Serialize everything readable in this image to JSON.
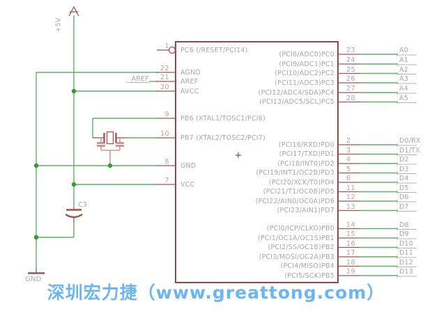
{
  "labels": {
    "supply": "+5V",
    "ground": "GND",
    "cap_ref": "C3",
    "aref_net": "AREF"
  },
  "ic": {
    "left_pins": [
      {
        "number": "1",
        "name": "PC6 (/RESET/PCI14)"
      },
      {
        "number": "22",
        "name": "AGND"
      },
      {
        "number": "21",
        "name": "AREF"
      },
      {
        "number": "20",
        "name": "AVCC"
      },
      {
        "number": "9",
        "name": "PB6 (XTAL1/TOSC1/PCI6)"
      },
      {
        "number": "10",
        "name": "PB7 (XTAL2/TOSC2/PCI7)"
      },
      {
        "number": "8",
        "name": "GND"
      },
      {
        "number": "7",
        "name": "VCC"
      }
    ],
    "right_pins": [
      {
        "number": "23",
        "name": "(PCI8/ADC0)PC0",
        "net": "A0"
      },
      {
        "number": "24",
        "name": "(PCI9/ADC1)PC1",
        "net": "A1"
      },
      {
        "number": "25",
        "name": "(PCI10/ADC2)PC2",
        "net": "A2"
      },
      {
        "number": "26",
        "name": "(PCI11/ADC3)PC3",
        "net": "A3"
      },
      {
        "number": "27",
        "name": "(PCI12/ADC4/SDA)PC4",
        "net": "A4"
      },
      {
        "number": "28",
        "name": "(PCI13/ADC5/SCL)PC5",
        "net": "A5"
      },
      {
        "number": "2",
        "name": "(PCI16/RXD)PD0",
        "net": "D0/RX"
      },
      {
        "number": "3",
        "name": "(PCI17/TXD)PD1",
        "net": "D1/TX"
      },
      {
        "number": "4",
        "name": "(PCI18/INT0)PD2",
        "net": "D2"
      },
      {
        "number": "5",
        "name": "(PCI19/INT1/OC2B)PD3",
        "net": "D3"
      },
      {
        "number": "6",
        "name": "(PCI20/XCK/T0)PD4",
        "net": "D4"
      },
      {
        "number": "11",
        "name": "(PCI21/T1/OC0B)PD5",
        "net": "D5"
      },
      {
        "number": "12",
        "name": "(PCI22/AIN0/OC0A)PD6",
        "net": "D6"
      },
      {
        "number": "13",
        "name": "(PCI23/AIN1)PD7",
        "net": "D7"
      },
      {
        "number": "14",
        "name": "(PCI0/ICP/CLKO)PB0",
        "net": "D8"
      },
      {
        "number": "15",
        "name": "(PCI1/OC1A/OC1S)PB1",
        "net": "D9"
      },
      {
        "number": "16",
        "name": "(PCI2/SS/OC1B)PB2",
        "net": "D10"
      },
      {
        "number": "17",
        "name": "(PCI3/MOSI/OC2A)PB3",
        "net": "D11"
      },
      {
        "number": "18",
        "name": "(PCI4/MISO)PB4",
        "net": "D12"
      },
      {
        "number": "19",
        "name": "(PCI5/SCK)PB5",
        "net": "D13"
      }
    ]
  },
  "watermark": {
    "text": "深圳宏力捷（www.greattong.com）"
  },
  "colors": {
    "symbol_red": "#a65151",
    "ic_outline": "#9e4444",
    "wire_green": "#5fb25f",
    "junction_green": "#2f9f2f",
    "label_gray": "#a8a8a8",
    "watermark_blue": "#6ab5f2",
    "background": "#ffffff"
  }
}
